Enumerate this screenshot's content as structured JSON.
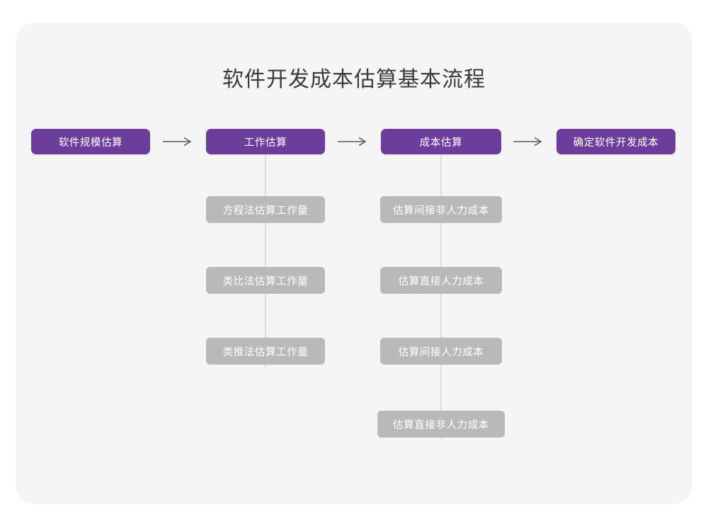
{
  "diagram": {
    "title": "软件开发成本估算基本流程",
    "theme": {
      "page_background": "#ffffff",
      "card_background": "#f5f5f6",
      "stage_color": "#6c3d9b",
      "substep_color": "#b9b9b9",
      "connector_color": "#dcdcdc",
      "title_color": "#3b3b3b",
      "box_text_color": "#ffffff",
      "arrow_color": "#5a5a5a"
    },
    "stages": [
      {
        "label": "软件规模估算"
      },
      {
        "label": "工作估算"
      },
      {
        "label": "成本估算"
      },
      {
        "label": "确定软件开发成本"
      }
    ],
    "arrows": [
      {
        "icon": "long-right-arrow-icon"
      },
      {
        "icon": "long-right-arrow-icon"
      },
      {
        "icon": "long-right-arrow-icon"
      }
    ],
    "substep_columns": [
      {
        "parent": "工作估算",
        "items": [
          {
            "label": "方程法估算工作量"
          },
          {
            "label": "类比法估算工作量"
          },
          {
            "label": "类推法估算工作量"
          }
        ]
      },
      {
        "parent": "成本估算",
        "items": [
          {
            "label": "估算间接非人力成本"
          },
          {
            "label": "估算直接人力成本"
          },
          {
            "label": "估算间接人力成本"
          },
          {
            "label": "估算直接非人力成本"
          }
        ]
      }
    ]
  }
}
